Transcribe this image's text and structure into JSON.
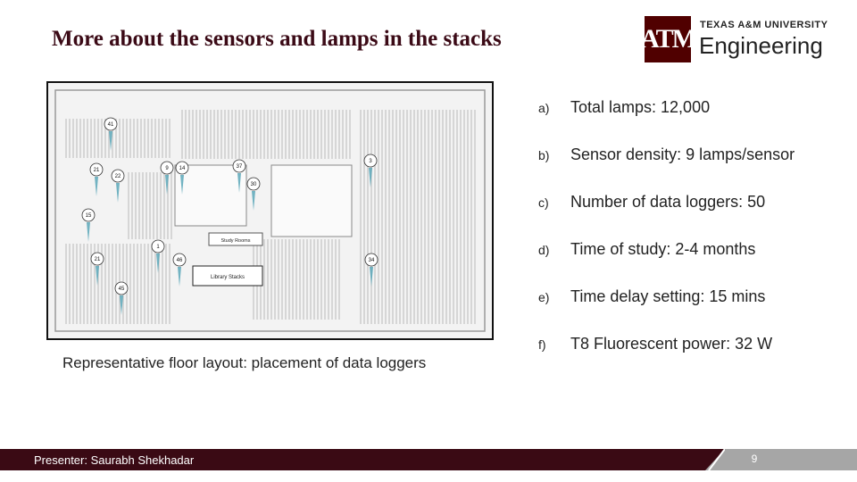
{
  "slide": {
    "title": "More about the sensors and lamps in the stacks",
    "caption": "Representative floor layout: placement of data loggers"
  },
  "logo": {
    "mark": "ATM",
    "university": "TEXAS A&M UNIVERSITY",
    "college": "Engineering",
    "brand_color": "#500000"
  },
  "floor_plan": {
    "room_labels": [
      "Study Rooms",
      "Library Stacks"
    ],
    "logger_ids": [
      "41",
      "21",
      "22",
      "9",
      "14",
      "37",
      "30",
      "3",
      "15",
      "1",
      "46",
      "21",
      "45",
      "34"
    ]
  },
  "facts": [
    {
      "marker": "a)",
      "text": "Total lamps: 12,000"
    },
    {
      "marker": "b)",
      "text": "Sensor density: 9 lamps/sensor"
    },
    {
      "marker": "c)",
      "text": "Number of data loggers: 50"
    },
    {
      "marker": "d)",
      "text": "Time of study: 2-4 months"
    },
    {
      "marker": "e)",
      "text": "Time delay setting: 15 mins"
    },
    {
      "marker": "f)",
      "text": "T8 Fluorescent power: 32 W"
    }
  ],
  "footer": {
    "presenter": "Presenter: Saurabh Shekhadar",
    "page_number": "9",
    "dark_color": "#3a0a14",
    "light_color": "#a6a6a6"
  }
}
